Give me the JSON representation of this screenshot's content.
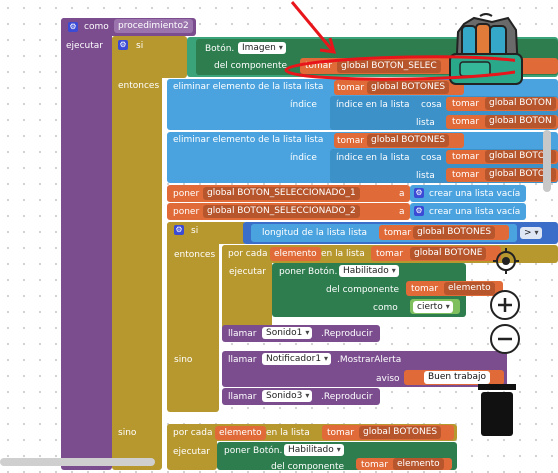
{
  "procedure": {
    "keyword": "como",
    "name": "procedimiento2",
    "do_label": "ejecutar"
  },
  "if_main": {
    "if_label": "si",
    "then_label": "entonces",
    "else_label": "sino"
  },
  "cond": {
    "component": "Botón.",
    "property": "Imagen",
    "of_component": "del componente",
    "get": "tomar",
    "var": "global BOTON_SELEC"
  },
  "remove1": {
    "label": "eliminar elemento de la lista lista",
    "get": "tomar",
    "list_var": "global BOTONES",
    "index_label": "índice",
    "index_in_list": "índice en la lista",
    "thing": "cosa",
    "get2": "tomar",
    "var2": "global BOTON",
    "list_label": "lista",
    "get3": "tomar",
    "var3": "global BOTON"
  },
  "remove2": {
    "label": "eliminar elemento de la lista lista",
    "get": "tomar",
    "list_var": "global BOTONES",
    "index_label": "índice",
    "index_in_list": "índice en la lista",
    "thing": "cosa",
    "get2": "tomar",
    "var2": "global BOTON",
    "list_label": "lista",
    "get3": "tomar",
    "var3": "global BOTON"
  },
  "set1": {
    "label": "poner",
    "var": "global BOTON_SELECCIONADO_1",
    "to": "a",
    "value": "crear una lista vacía"
  },
  "set2": {
    "label": "poner",
    "var": "global BOTON_SELECCIONADO_2",
    "to": "a",
    "value": "crear una lista vacía"
  },
  "if2": {
    "if_label": "si",
    "length_label": "longitud de la lista lista",
    "get": "tomar",
    "var": "global BOTONES",
    "op": ">",
    "then_label": "entonces",
    "else_label": "sino"
  },
  "foreach1": {
    "label": "por cada",
    "item": "elemento",
    "in_list": "en la lista",
    "get": "tomar",
    "var": "global BOTONE",
    "do_label": "ejecutar"
  },
  "set_enabled": {
    "label": "poner Botón.",
    "prop": "Habilitado",
    "of_component": "del componente",
    "get": "tomar",
    "var": "elemento",
    "as": "como",
    "value": "cierto"
  },
  "call1": {
    "label": "llamar",
    "component": "Sonido1",
    "method": ".Reproducir"
  },
  "alert": {
    "label": "llamar",
    "component": "Notificador1",
    "method": ".MostrarAlerta",
    "notice": "aviso",
    "text": "Buen trabajo"
  },
  "call3": {
    "label": "llamar",
    "component": "Sonido3",
    "method": ".Reproducir"
  },
  "outer_else": {
    "label": "sino"
  },
  "foreach2": {
    "label": "por cada",
    "item": "elemento",
    "in_list": "en la lista",
    "get": "tomar",
    "var": "global BOTONES",
    "do_label": "ejecutar"
  },
  "set_enabled2": {
    "label": "poner Botón.",
    "prop": "Habilitado",
    "of_component": "del componente",
    "get": "tomar",
    "var": "elemento"
  },
  "colors": {
    "procedure": "#7b4d8f",
    "control": "#b7982f",
    "list": "#4aa3df",
    "variable": "#e06a38",
    "component": "#2e7d4f",
    "logic": "#3aa37a",
    "annotation": "#e8151b"
  },
  "tools": {
    "trash": "trash-icon",
    "zoom_in": "zoom-in-icon",
    "zoom_out": "zoom-out-icon",
    "center": "crosshair-icon",
    "backpack": "backpack-icon"
  }
}
